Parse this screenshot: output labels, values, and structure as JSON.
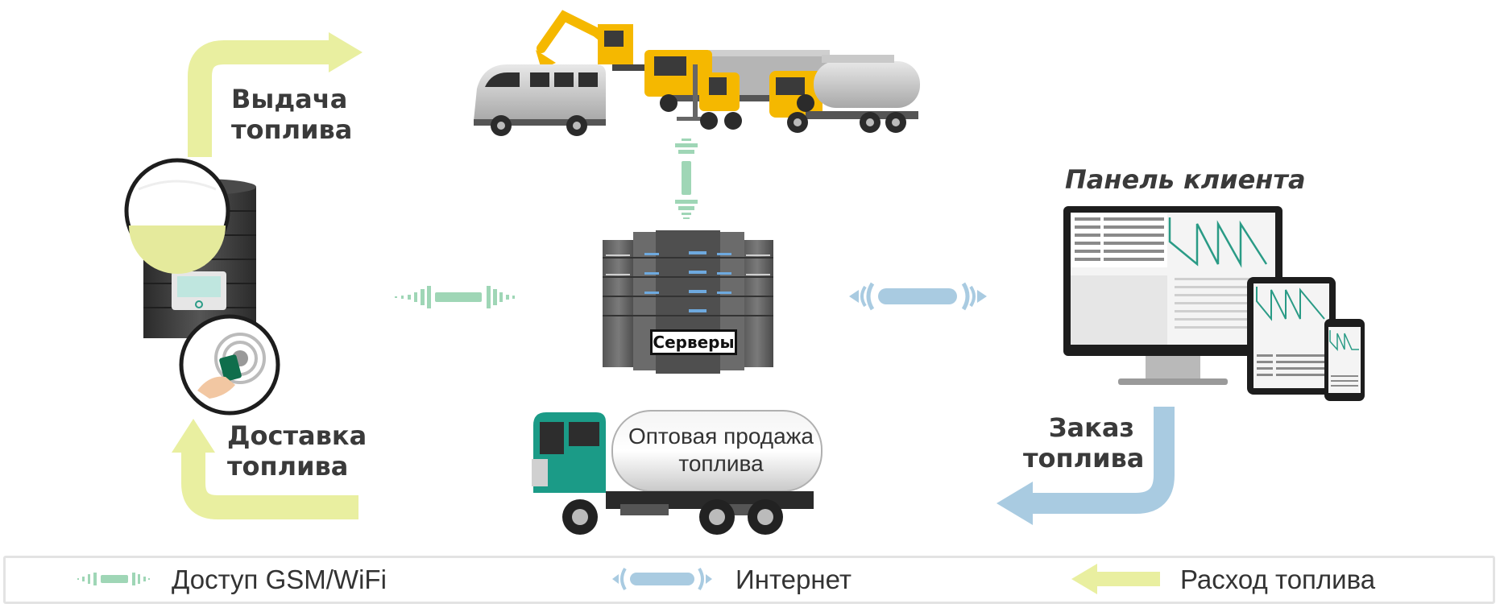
{
  "labels": {
    "issue_line1": "Выдача",
    "issue_line2": "топлива",
    "delivery_line1": "Доставка",
    "delivery_line2": "топлива",
    "order_line1": "Заказ",
    "order_line2": "топлива",
    "client_panel": "Панель клиента",
    "servers": "Серверы",
    "wholesale_line1": "Оптовая продажа",
    "wholesale_line2": "топлива"
  },
  "legend": {
    "gsm": "Доступ GSM/WiFi",
    "internet": "Интернет",
    "fuel_consumption": "Расход топлива"
  },
  "colors": {
    "fuel_arrow": "#e9efa0",
    "internet_arrow": "#a9cbe1",
    "gsm_signal": "#9fd6b6",
    "truck_cab": "#1b9b87",
    "construction_yellow": "#f5b800",
    "tank_dark": "#3b3b3b",
    "text": "#3a3a3a"
  },
  "icons": {
    "fuel_tank": "fuel-tank-icon",
    "card_reader": "card-reader-icon",
    "servers": "server-rack-icon",
    "fleet": "vehicle-fleet-icon",
    "client_devices": "client-devices-icon",
    "fuel_truck": "fuel-truck-icon"
  }
}
